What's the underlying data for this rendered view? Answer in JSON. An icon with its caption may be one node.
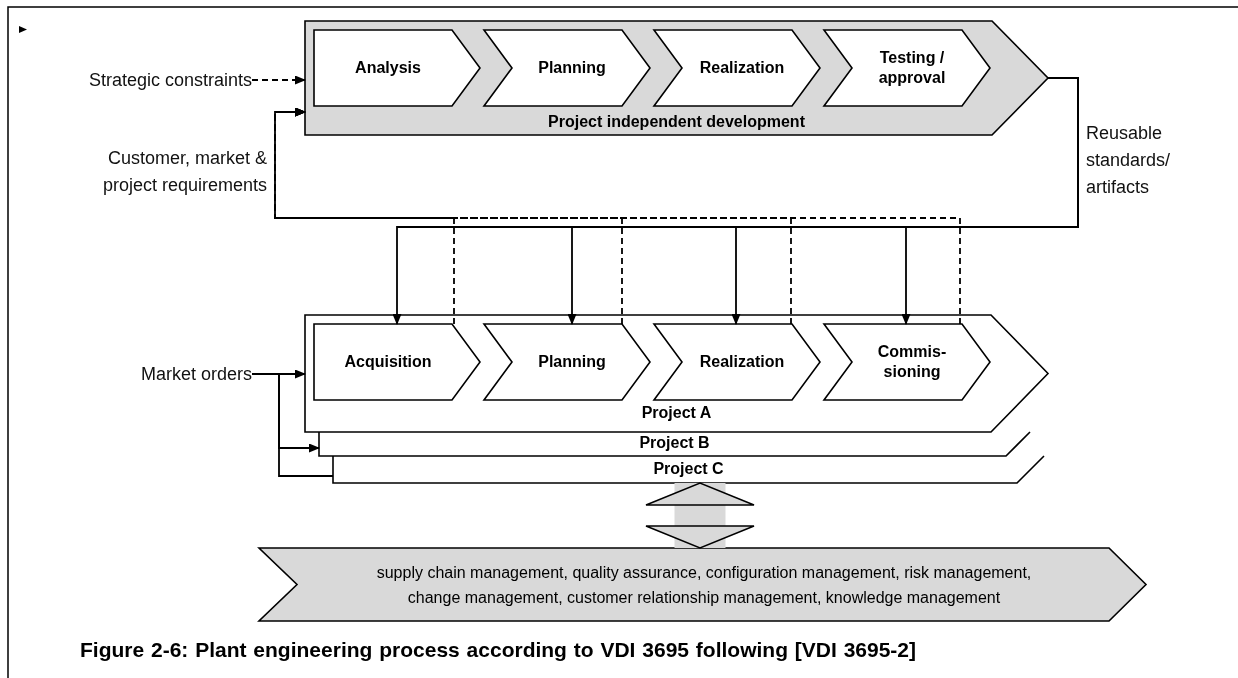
{
  "diagram": {
    "caption": "Figure 2-6: Plant engineering process according to VDI 3695 following [VDI 3695-2]",
    "nodes": [
      {
        "text": [
          "Project independent development"
        ]
      },
      {
        "text": [
          "Analysis"
        ],
        "in": 0
      },
      {
        "text": [
          "Planning"
        ],
        "in": 0
      },
      {
        "text": [
          "Realization"
        ],
        "in": 0
      },
      {
        "text": [
          "Testing / approval"
        ],
        "in": 0
      },
      {
        "text": [
          "Project A"
        ]
      },
      {
        "text": [
          "Acquisition"
        ],
        "in": 5
      },
      {
        "text": [
          "Planning"
        ],
        "in": 5
      },
      {
        "text": [
          "Realization"
        ],
        "in": 5
      },
      {
        "text": [
          "Commis- sioning"
        ],
        "in": 5
      },
      {
        "text": [
          "Project B"
        ]
      },
      {
        "text": [
          "Project C"
        ]
      },
      {
        "text": [
          "Strategic constraints"
        ]
      },
      {
        "text": [
          "Market orders"
        ]
      },
      {
        "text": [
          "supply chain management, quality assurance, configuration management, risk management, change management, customer relationship management, knowledge management"
        ]
      }
    ],
    "edges": [
      {
        "from": 12,
        "to": 0,
        "arrow": "to",
        "style": "dashed"
      },
      {
        "from": 0,
        "to": 6,
        "arrow": "to"
      },
      {
        "from": 0,
        "to": 7,
        "arrow": "to"
      },
      {
        "from": 0,
        "to": 8,
        "arrow": "to"
      },
      {
        "from": 0,
        "to": 9,
        "arrow": "to"
      },
      {
        "from": 6,
        "to": 0,
        "arrow": "to",
        "style": "dashed"
      },
      {
        "from": 7,
        "to": 0,
        "arrow": "to",
        "style": "dashed"
      },
      {
        "from": 8,
        "to": 0,
        "arrow": "to",
        "style": "dashed"
      },
      {
        "from": 9,
        "to": 0,
        "arrow": "to",
        "style": "dashed"
      },
      {
        "from": 13,
        "to": 5,
        "arrow": "to"
      },
      {
        "from": 13,
        "to": 10,
        "arrow": "to"
      },
      {
        "from": 13,
        "to": 11,
        "arrow": "none"
      },
      {
        "from": 11,
        "to": 14,
        "arrow": "both",
        "style": "thick",
        "color": "#d9d9d9"
      }
    ],
    "labels": [
      "Customer, market & project requirements",
      "Reusable standards/ artifacts"
    ]
  }
}
